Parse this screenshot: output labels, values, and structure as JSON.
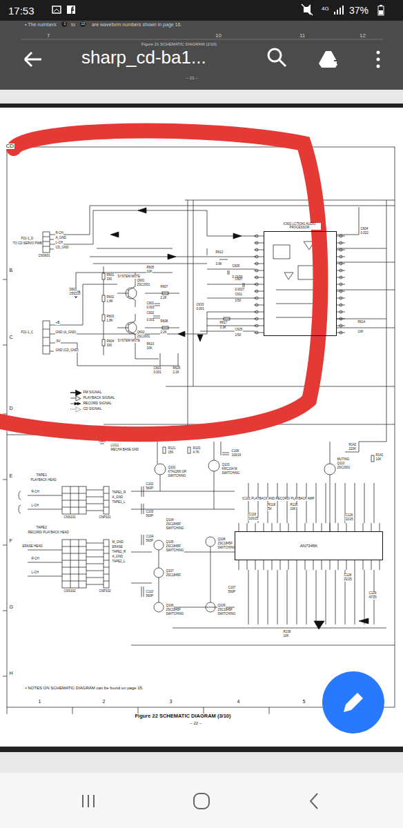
{
  "diagram": {
    "title": "sharp_cd-ba1...",
    "caption": "Figure 22 SCHEMATIC DIAGRAM (3/10)",
    "nodes": [
      {
        "text": [
          "IC601 LC75341 AUDIO PROCESSOR"
        ]
      },
      {
        "text": [
          "IC101 PLAYBACK AND RECORD/ PLAYBACK AMP",
          "AN7345K"
        ]
      }
    ],
    "labels": [
      "17:53",
      "4G",
      "37%",
      "• The numbers",
      "to",
      "are waveform numbers shown in page 16.",
      "7",
      "10",
      "11",
      "12",
      "Figure 21 SCHEMATIC DIAGRAM (2/10)",
      "– 21 –",
      "CD",
      "B",
      "C",
      "D",
      "E",
      "F",
      "G",
      "H",
      "1",
      "2",
      "3",
      "4",
      "5",
      "P21-1_D",
      "TO CD SERVO PWB",
      "CNS601",
      "R-CH",
      "A_GND",
      "L-CH",
      "CD_GND",
      "P21-1_C",
      "GND (A_GND)",
      "+B",
      "-5V",
      "GND (CD_GND)",
      "D601",
      "1SS133",
      "R601",
      "330",
      "R602",
      "1.8K",
      "R603",
      "1.8K",
      "R604",
      "330",
      "Q601",
      "2SC2001",
      "SYSTEM MUTE",
      "Q602",
      "2SC2001",
      "SYSTEM MUTE",
      "R605",
      "10K",
      "R607",
      "2.2K",
      "C601",
      "0.001",
      "C602",
      "0.001",
      "R608",
      "2.2K",
      "R610",
      "10K",
      "C603",
      "0.001",
      "R625",
      "2.2K",
      "R612",
      "3.9K",
      "C605",
      "0.15/50",
      "C607",
      "0.0027",
      "C611",
      "1/50",
      "C633",
      "0.001",
      "R617",
      "3.3K",
      "C625",
      "1/50",
      "C604",
      "0.022",
      "R614",
      "10K",
      "LUG1",
      "MECHA BASE GND",
      "R121",
      "15K",
      "Q101",
      "KTA1266 GR",
      "SWITCHING",
      "R103",
      "4.7K",
      "Q103",
      "KRC104 M",
      "SWITCHING",
      "C106",
      "100/16",
      "TAPE1",
      "PLAYBACK HEAD",
      "R-CH",
      "L-CH",
      "CNS101",
      "CNP101",
      "TAPE1_R",
      "A_GND",
      "TAPE1_L",
      "C102",
      "560P",
      "C103",
      "560P",
      "TAPE2",
      "RECORD/ PLAYBACK HEAD",
      "ERASE HEAD",
      "R-CH",
      "L-CH",
      "CNS102",
      "CNP102",
      "M_GND",
      "ERASE",
      "TAPE2_R",
      "A_GND",
      "TAPE2_L",
      "Q104",
      "2SC1845F",
      "SWITCHING",
      "Q105",
      "2SC1845F",
      "SWITCHING",
      "Q107",
      "2SC1845F",
      "Q106",
      "2SC1845F",
      "SWITCHING",
      "C104",
      "560P",
      "C110",
      "560P",
      "Q108",
      "2SC1845F",
      "SWITCHING",
      "Q109",
      "2SC1845F",
      "SWITCHING",
      "C107",
      "560P",
      "R142",
      "220K",
      "MUTING",
      "Q110",
      "2SC2001",
      "R141",
      "10K",
      "R118",
      "5K",
      "C118",
      "100/25",
      "R126",
      "10K",
      "C126",
      "22/25",
      "C128",
      "22/25",
      "C129",
      "47/25",
      "R138",
      "10K",
      "• NOTES ON SCHEMATIC DIAGRAM can be found on page 15.",
      "– 22 –",
      "1",
      "13"
    ],
    "legend": [
      {
        "text": "FM SIGNAL"
      },
      {
        "text": "PLAYBACK SIGNAL"
      },
      {
        "text": "RECORD SIGNAL"
      },
      {
        "text": "CD SIGNAL"
      }
    ]
  }
}
